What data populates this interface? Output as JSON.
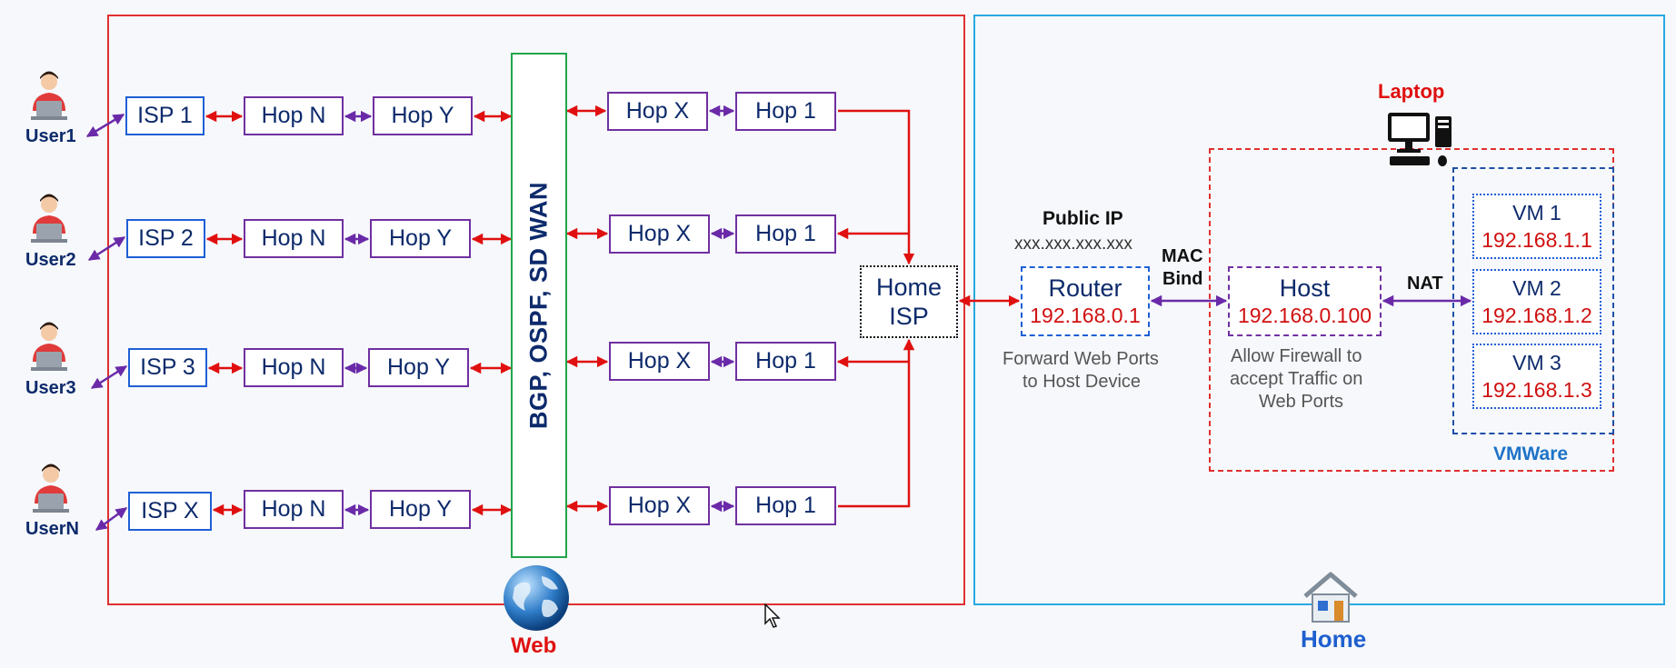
{
  "users": [
    {
      "label": "User1",
      "isp": "ISP 1"
    },
    {
      "label": "User2",
      "isp": "ISP 2"
    },
    {
      "label": "User3",
      "isp": "ISP 3"
    },
    {
      "label": "UserN",
      "isp": "ISP X"
    }
  ],
  "hops": {
    "n": "Hop N",
    "y": "Hop Y",
    "x": "Hop X",
    "one": "Hop 1"
  },
  "routing_bar": "BGP, OSPF, SD WAN",
  "home_isp": {
    "line1": "Home",
    "line2": "ISP"
  },
  "web_label": "Web",
  "home_label": "Home",
  "router": {
    "title": "Router",
    "ip": "192.168.0.1",
    "public_ip_label": "Public IP",
    "public_ip_value": "xxx.xxx.xxx.xxx",
    "note_line1": "Forward Web Ports",
    "note_line2": "to Host Device"
  },
  "mac_bind": {
    "line1": "MAC",
    "line2": "Bind"
  },
  "host": {
    "title": "Host",
    "ip": "192.168.0.100",
    "note_line1": "Allow Firewall to",
    "note_line2": "accept Traffic on",
    "note_line3": "Web Ports"
  },
  "nat_label": "NAT",
  "laptop_label": "Laptop",
  "vmware_label": "VMWare",
  "vms": [
    {
      "name": "VM 1",
      "ip": "192.168.1.1"
    },
    {
      "name": "VM 2",
      "ip": "192.168.1.2"
    },
    {
      "name": "VM 3",
      "ip": "192.168.1.3"
    }
  ],
  "colors": {
    "web_border": "#e03030",
    "home_border": "#29a9e0",
    "red_arrow": "#e01010",
    "purple_arrow": "#6a2aa8",
    "routing_border": "#1fa64a",
    "ip_red": "#d01010",
    "navy": "#0d2a6b"
  }
}
